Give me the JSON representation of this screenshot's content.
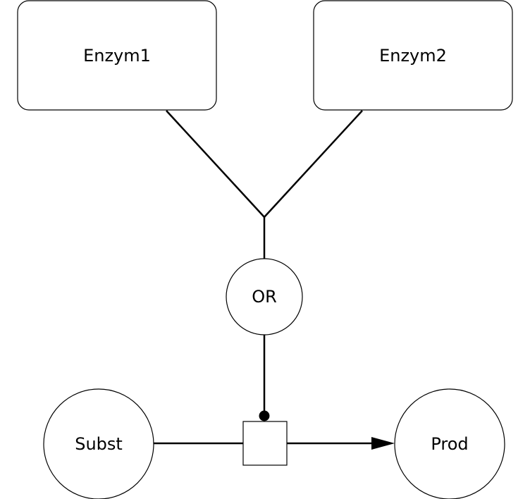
{
  "diagram": {
    "type": "SBGN process description",
    "nodes": {
      "enzym1": {
        "label": "Enzym1",
        "shape": "rounded-rectangle"
      },
      "enzym2": {
        "label": "Enzym2",
        "shape": "rounded-rectangle"
      },
      "or_gate": {
        "label": "OR",
        "shape": "circle"
      },
      "subst": {
        "label": "Subst",
        "shape": "circle"
      },
      "prod": {
        "label": "Prod",
        "shape": "circle"
      },
      "process": {
        "label": "",
        "shape": "square"
      }
    },
    "edges": [
      {
        "from": "enzym1",
        "to": "or_gate",
        "type": "logic-arc"
      },
      {
        "from": "enzym2",
        "to": "or_gate",
        "type": "logic-arc"
      },
      {
        "from": "or_gate",
        "to": "process",
        "type": "catalysis"
      },
      {
        "from": "subst",
        "to": "process",
        "type": "consumption"
      },
      {
        "from": "process",
        "to": "prod",
        "type": "production"
      }
    ],
    "colors": {
      "stroke": "#000000",
      "fill": "#ffffff"
    }
  }
}
